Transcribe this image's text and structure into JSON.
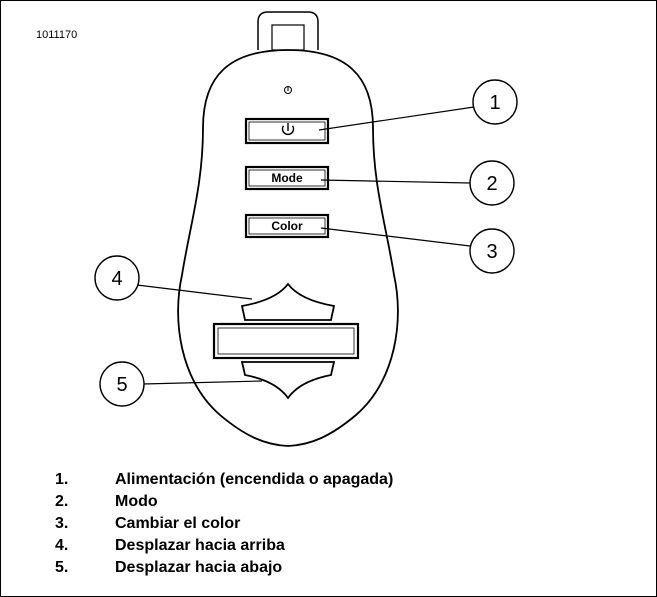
{
  "figure_id": "1011170",
  "buttons": {
    "power_symbol": "⏻",
    "mode_label": "Mode",
    "color_label": "Color"
  },
  "callouts": [
    "1",
    "2",
    "3",
    "4",
    "5"
  ],
  "legend": [
    {
      "num": "1.",
      "text": "Alimentación (encendida o apagada)"
    },
    {
      "num": "2.",
      "text": "Modo"
    },
    {
      "num": "3.",
      "text": "Cambiar el color"
    },
    {
      "num": "4.",
      "text": "Desplazar hacia arriba"
    },
    {
      "num": "5.",
      "text": "Desplazar hacia abajo"
    }
  ]
}
